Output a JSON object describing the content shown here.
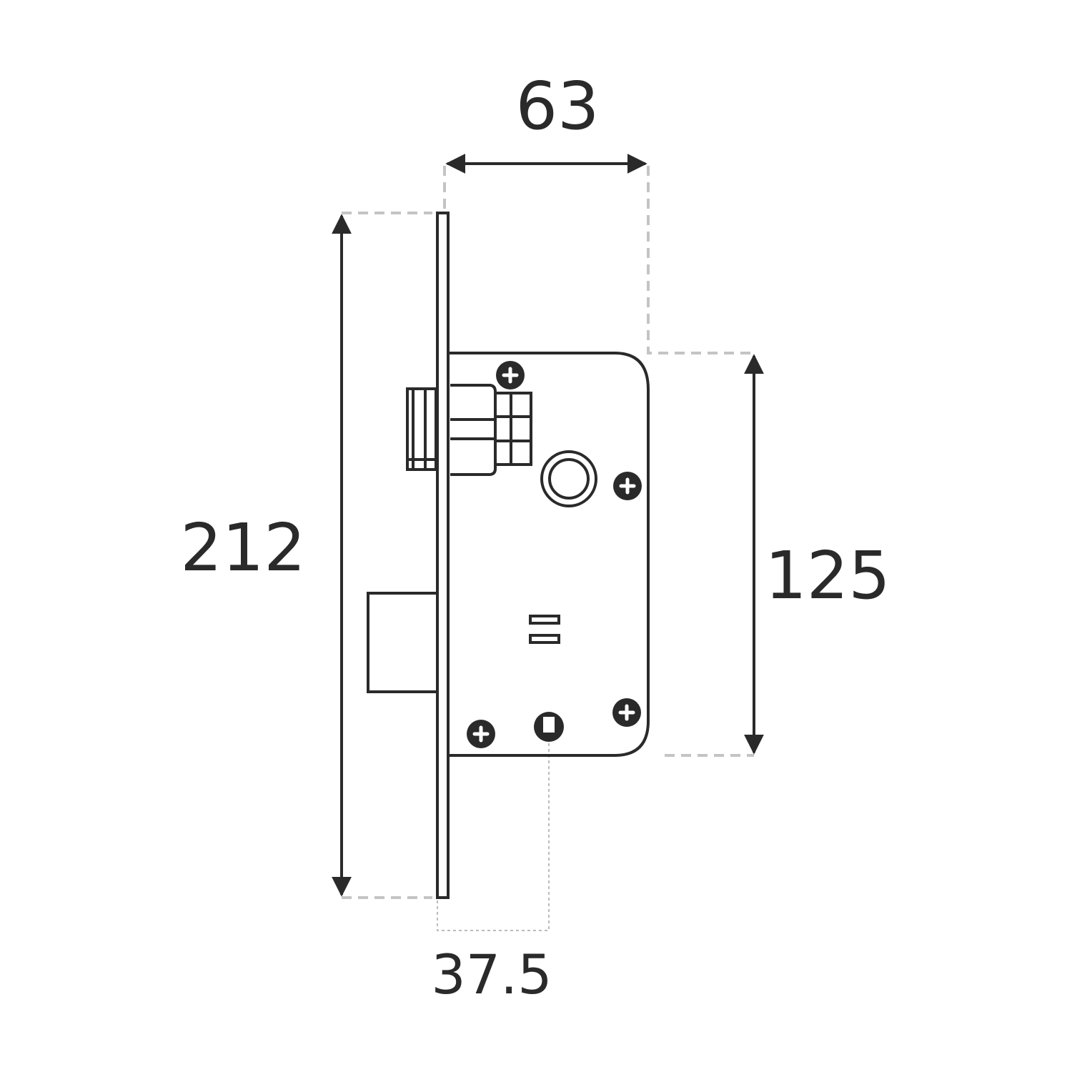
{
  "dimensions": {
    "width_top": "63",
    "height_total": "212",
    "case_height": "125",
    "backset": "37.5"
  },
  "colors": {
    "line": "#2a2a2a",
    "extension_line": "#c4c4c4",
    "background": "#ffffff"
  }
}
